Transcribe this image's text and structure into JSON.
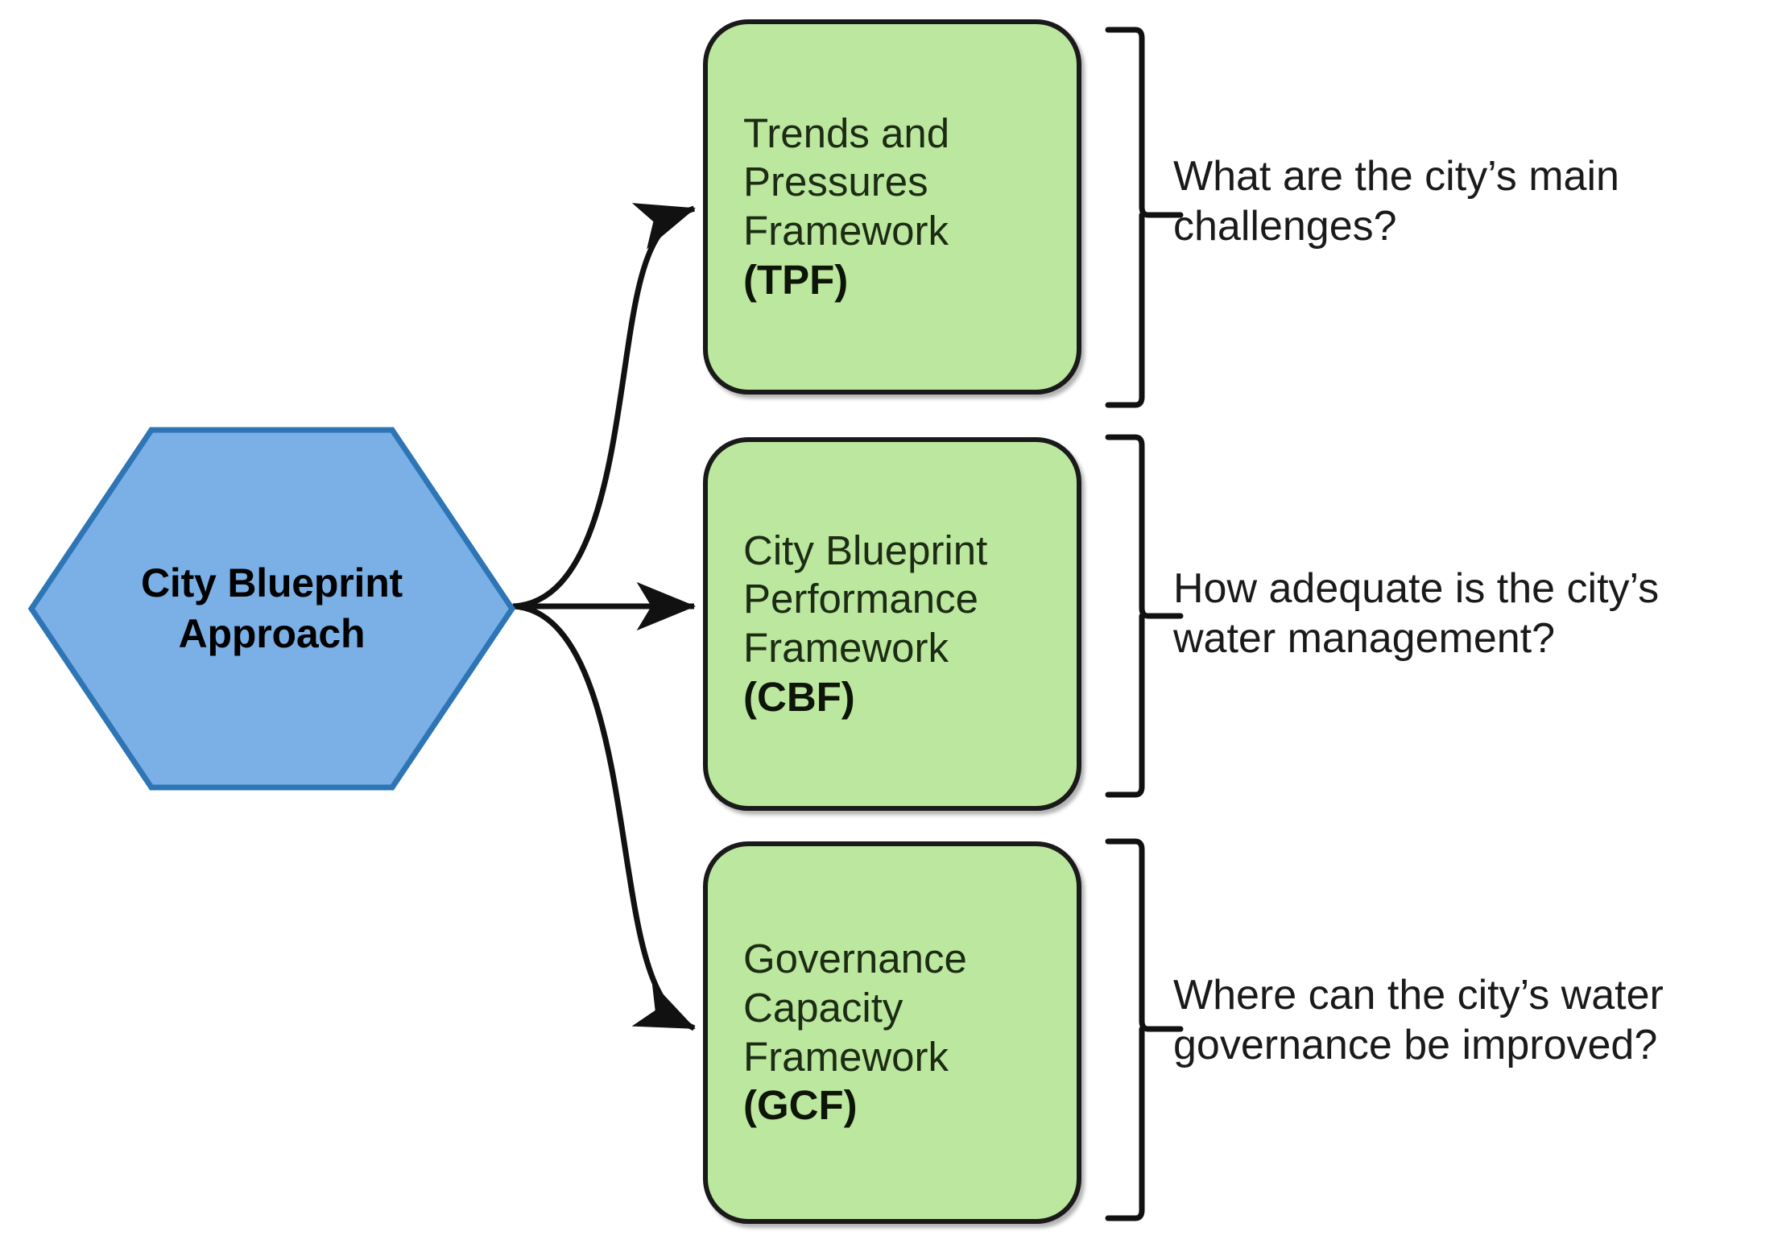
{
  "diagram": {
    "title": "City Blueprint Approach framework overview",
    "colors": {
      "hexagon_fill": "#7ab0e6",
      "hexagon_border": "#2e75b6",
      "box_fill": "#bce79e",
      "box_border": "#1a1a1a",
      "text": "#1a1a1a",
      "background": "#ffffff"
    },
    "root": {
      "label_line1": "City Blueprint",
      "label_line2": "Approach",
      "shape": "hexagon"
    },
    "frameworks": [
      {
        "id": "tpf",
        "name_line1": "Trends and",
        "name_line2": "Pressures",
        "name_line3": "Framework",
        "abbreviation": "(TPF)",
        "question": "What are the city’s main challenges?"
      },
      {
        "id": "cbf",
        "name_line1": "City Blueprint",
        "name_line2": "Performance",
        "name_line3": "Framework",
        "abbreviation": "(CBF)",
        "question": "How adequate is the city’s water management?"
      },
      {
        "id": "gcf",
        "name_line1": "Governance",
        "name_line2": "Capacity",
        "name_line3": "Framework",
        "abbreviation": "(GCF)",
        "question": "Where can the city’s water governance be improved?"
      }
    ]
  }
}
